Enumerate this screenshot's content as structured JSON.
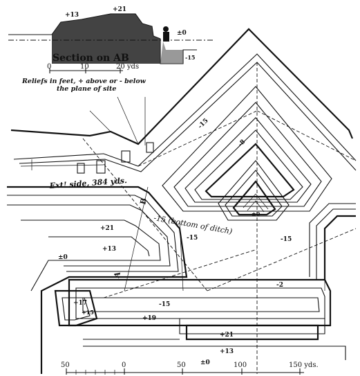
{
  "section": {
    "title": "Section on AB",
    "scale_ticks": [
      "0",
      "10",
      "20 yds"
    ],
    "reliefs_note_1": "Reliefs in feet, + above or - below",
    "reliefs_note_2": "the plane of site",
    "elevations": [
      "+13",
      "+21",
      "±0",
      "-15"
    ]
  },
  "plan": {
    "ext_side": "Ext! side, 384 yds.",
    "bottom_of_ditch": "-15 (bottom of ditch)",
    "point_a": "A",
    "point_b": "B",
    "reliefs": {
      "r_plus21_top": "+21",
      "r_plus13_mid": "+13",
      "r_zero_left": "±0",
      "r_minus15_left": "-15",
      "r_plus17": "+17",
      "r_plus15": "+15",
      "r_plus19": "+19",
      "r_plus21_bottom": "+21",
      "r_plus13_bottom": "+13",
      "r_zero_bottom": "±0",
      "r_minus15_right": "-15",
      "r_minus2": "-2",
      "r_minus15_bastion": "-15",
      "r_minus8": "-8",
      "r_zero_point": "±0",
      "r_minus15_mid": "-15"
    }
  },
  "main_scale": {
    "ticks": [
      "50",
      "0",
      "50",
      "100",
      "150 yds."
    ]
  }
}
